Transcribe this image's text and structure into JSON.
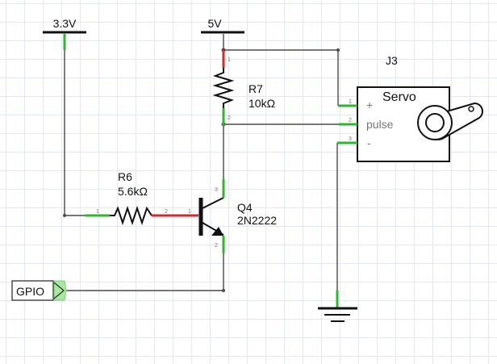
{
  "power": {
    "v33": "3.3V",
    "v5": "5V"
  },
  "connector": {
    "ref": "J3",
    "name": "Servo",
    "pin_plus": "+",
    "pin_pulse": "pulse",
    "pin_minus": "-",
    "pin_nums": [
      "1",
      "2",
      "3"
    ]
  },
  "resistors": {
    "r7": {
      "ref": "R7",
      "value": "10kΩ",
      "pins": [
        "1",
        "2"
      ]
    },
    "r6": {
      "ref": "R6",
      "value": "5.6kΩ",
      "pins": [
        "1",
        "2"
      ]
    }
  },
  "transistor": {
    "ref": "Q4",
    "part": "2N2222",
    "pin_base": "1",
    "pin_emitter": "2",
    "pin_collector": "3"
  },
  "gpio": {
    "label": "GPIO"
  },
  "colors": {
    "grid": "#e3e8f0",
    "wire": "#4a4a4a",
    "lead_connected": "#2fb52f",
    "lead_unconnected": "#d42a2a",
    "gpio_arrow": "#a8e8a0"
  }
}
